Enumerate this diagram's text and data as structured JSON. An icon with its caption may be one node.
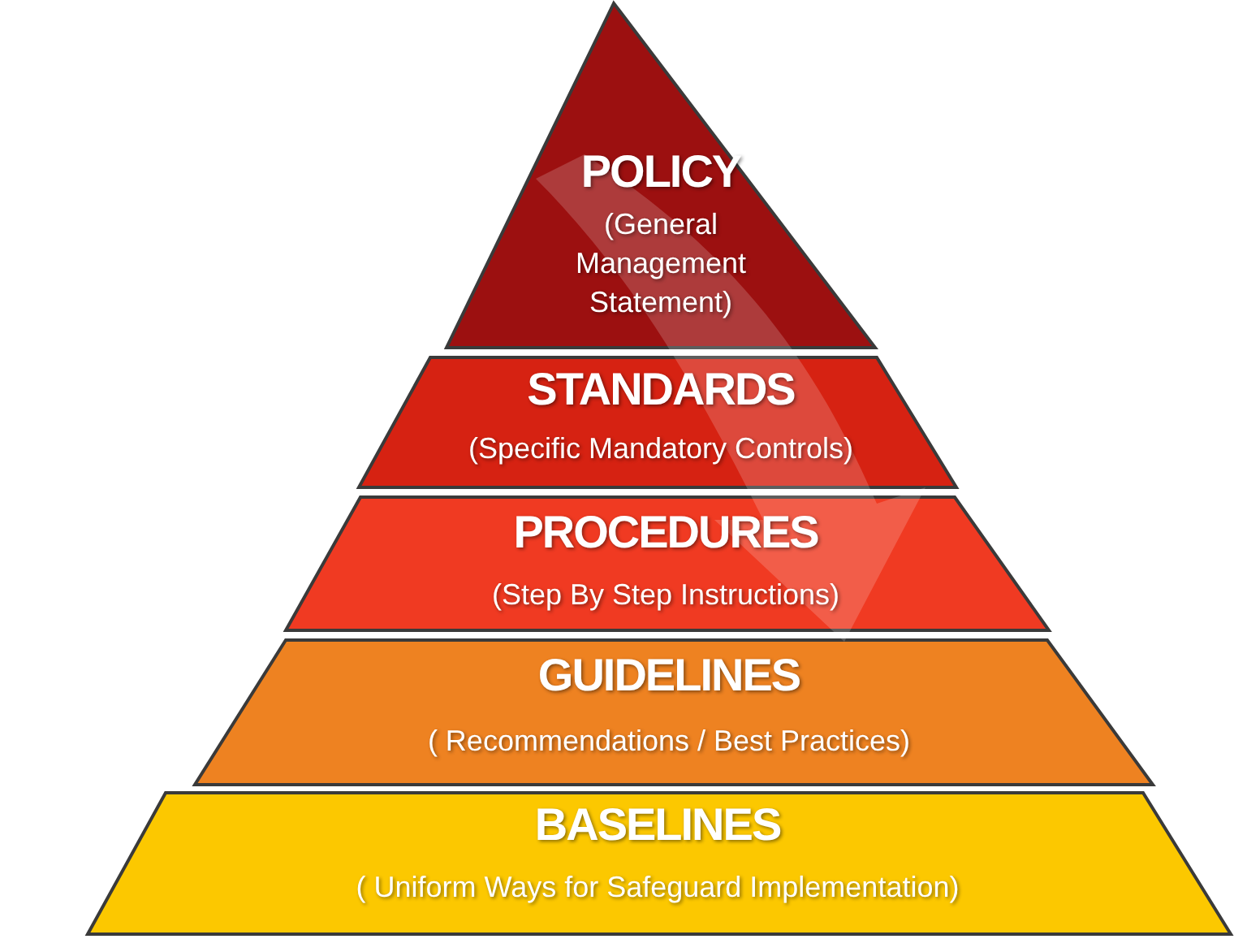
{
  "diagram": {
    "nodes": [
      {
        "text": [
          "POLICY",
          "(General Management Statement)"
        ]
      },
      {
        "text": [
          "STANDARDS",
          "(Specific Mandatory Controls)"
        ]
      },
      {
        "text": [
          "PROCEDURES",
          "(Step By Step Instructions)"
        ]
      },
      {
        "text": [
          "GUIDELINES",
          "( Recommendations / Best Practices)"
        ]
      },
      {
        "text": [
          "BASELINES",
          "( Uniform Ways for Safeguard Implementation)"
        ]
      }
    ],
    "edges": [
      {
        "from": 0,
        "to": 3,
        "arrow": "to"
      }
    ]
  }
}
